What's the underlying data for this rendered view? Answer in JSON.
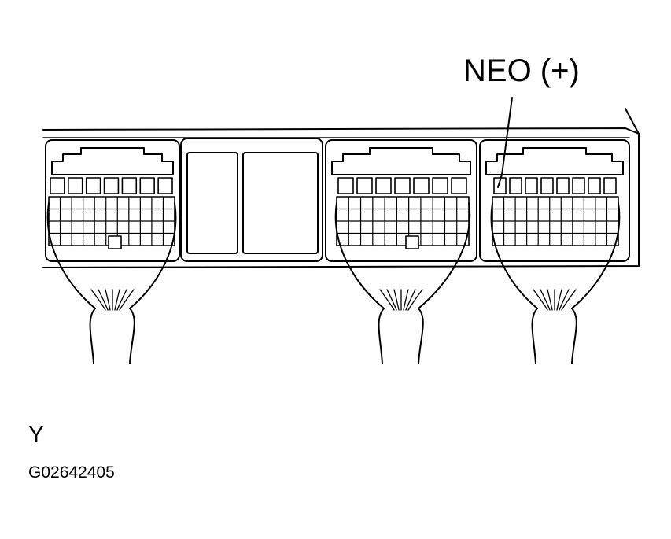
{
  "figure": {
    "callout_label": "NEO (+)",
    "corner_letter": "Y",
    "figure_id": "G02642405"
  },
  "style": {
    "ink": "#000000",
    "paper": "#ffffff"
  },
  "icons": {
    "connector": "ecu-connector-icon",
    "harness": "wire-harness-icon"
  }
}
